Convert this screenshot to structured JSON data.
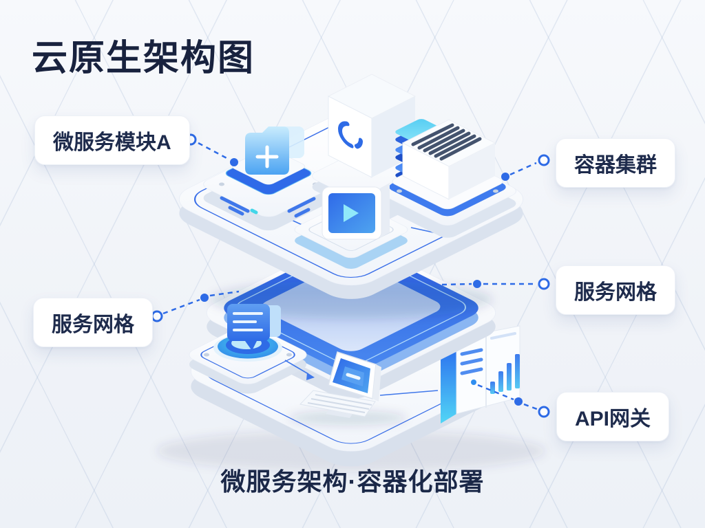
{
  "title": "云原生架构图",
  "caption": "微服务架构·容器化部署",
  "callouts": [
    {
      "id": "microservice-module-a",
      "label": "微服务模块A",
      "side": "left"
    },
    {
      "id": "container-cluster",
      "label": "容器集群",
      "side": "right"
    },
    {
      "id": "service-mesh-right",
      "label": "服务网格",
      "side": "right"
    },
    {
      "id": "service-mesh-left",
      "label": "服务网格",
      "side": "left"
    },
    {
      "id": "api-gateway",
      "label": "API网关",
      "side": "right"
    }
  ],
  "colors": {
    "accent_blue": "#2e6be6",
    "mesh_blue": "#2d64e4",
    "cyan": "#4fd4f6",
    "navy_text": "#1b2848",
    "platform_white": "#fcfdff",
    "background": "#f2f5f9"
  },
  "diagram": {
    "layers": [
      {
        "name": "application-layer",
        "icons": [
          "package-plus-icon",
          "container-registry-icon",
          "server-stack-icon",
          "media-play-icon",
          "container-cluster-box-icon"
        ]
      },
      {
        "name": "service-mesh-layer",
        "icons": []
      },
      {
        "name": "infrastructure-layer",
        "icons": [
          "message-queue-icon",
          "laptop-icon",
          "gateway-server-icon"
        ]
      }
    ]
  }
}
